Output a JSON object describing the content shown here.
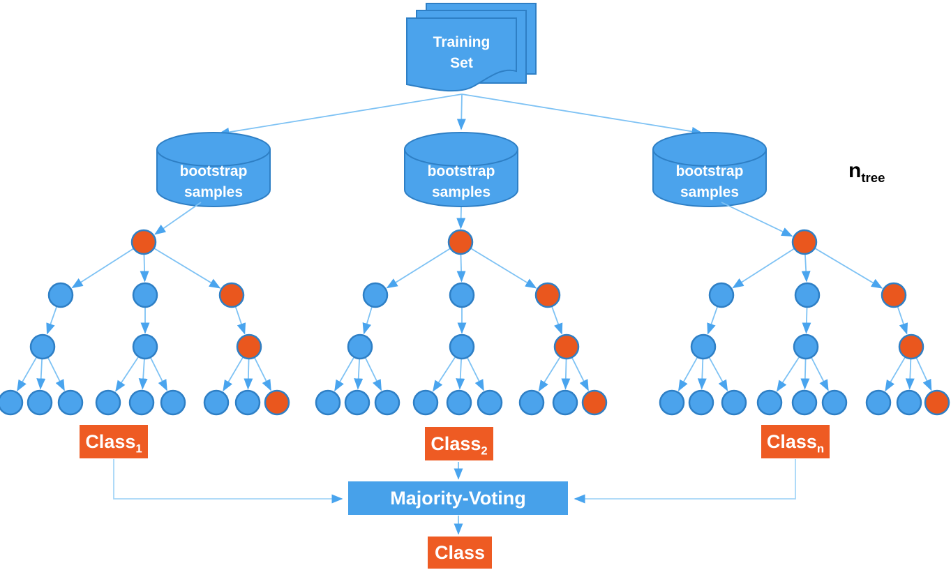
{
  "colors": {
    "shape_fill": "#4BA3EC",
    "shape_stroke": "#2E7FC5",
    "node_blue": "#4BA3EC",
    "node_orange": "#EA571E",
    "node_stroke": "#2E7FC5",
    "box_orange": "#EE5B23",
    "box_blue": "#47A1EA",
    "line_blue": "#7EC2F4",
    "arrow_blue": "#49A4EE",
    "connector_blue": "#A6D6F8",
    "label_text": "#FFFFFF",
    "annotation_text": "#000000"
  },
  "training_set": {
    "line1": "Training",
    "line2": "Set"
  },
  "bootstrap_samples": {
    "line1": "bootstrap",
    "line2": "samples"
  },
  "n_tree": {
    "base": "n",
    "sub": "tree"
  },
  "class_outputs": [
    {
      "base": "Class",
      "sub": "1"
    },
    {
      "base": "Class",
      "sub": "2"
    },
    {
      "base": "Class",
      "sub": "n"
    }
  ],
  "majority_voting_label": "Majority-Voting",
  "final_class_label": "Class",
  "tree_count": 3,
  "tree_pattern": {
    "root": "orange",
    "level2": [
      "blue",
      "blue",
      "orange"
    ],
    "level3": [
      "blue",
      "blue",
      "orange"
    ],
    "leaves": [
      [
        "blue",
        "blue",
        "blue"
      ],
      [
        "blue",
        "blue",
        "blue"
      ],
      [
        "blue",
        "blue",
        "orange"
      ]
    ]
  }
}
